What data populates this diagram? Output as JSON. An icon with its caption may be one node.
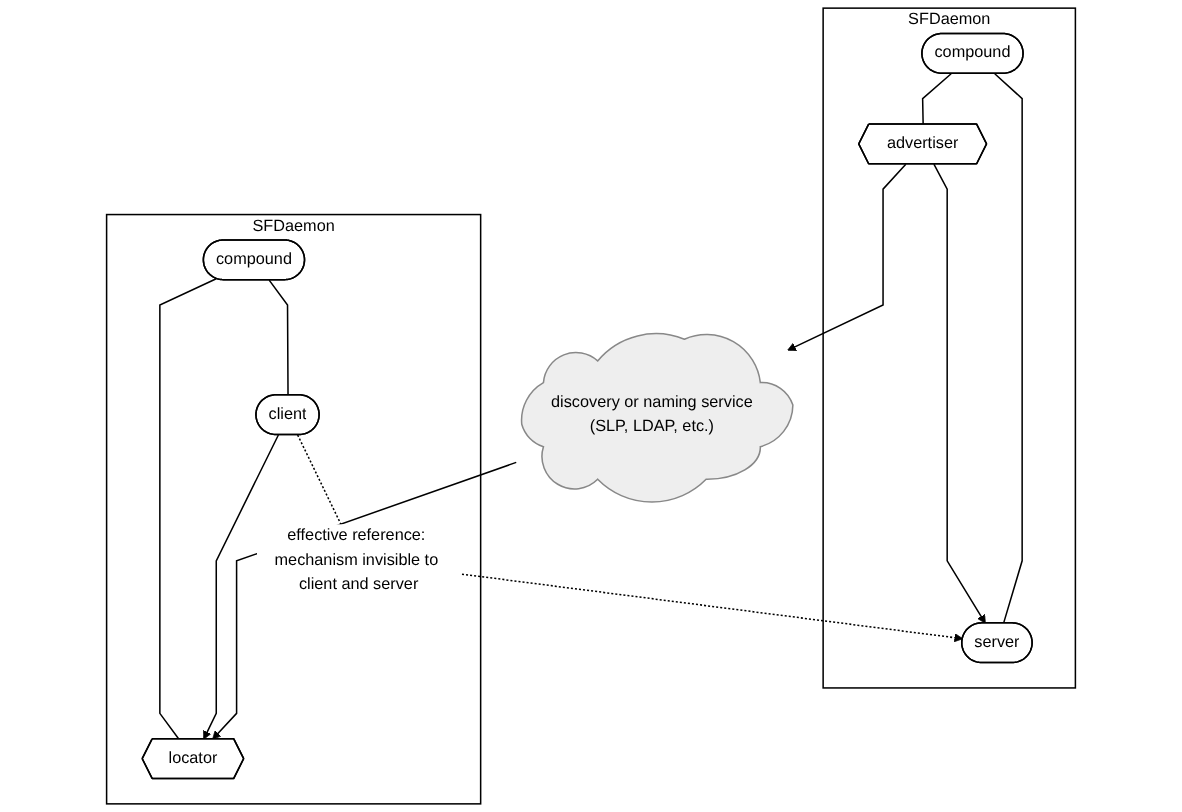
{
  "diagram": {
    "nodes": [
      {
        "text": [
          "SFDaemon"
        ]
      },
      {
        "text": [
          "compound"
        ],
        "in": 0
      },
      {
        "text": [
          "server"
        ],
        "in": 0
      },
      {
        "text": [
          "advertiser"
        ],
        "in": 0
      },
      {
        "text": [
          "SFDaemon"
        ]
      },
      {
        "text": [
          "compound"
        ],
        "in": 4
      },
      {
        "text": [
          "client"
        ],
        "in": 4
      },
      {
        "text": [
          "locator"
        ],
        "in": 4
      },
      {
        "text": [
          "discovery or naming service",
          "(SLP, LDAP, etc.)"
        ]
      }
    ],
    "edges": [
      {
        "from": 1,
        "to": 2,
        "arrow": "none"
      },
      {
        "from": 1,
        "to": 3,
        "arrow": "none"
      },
      {
        "from": 3,
        "to": 2,
        "arrow": "to"
      },
      {
        "from": 3,
        "to": 8,
        "arrow": "to"
      },
      {
        "from": 8,
        "to": 7,
        "arrow": "to"
      },
      {
        "from": 6,
        "to": 7,
        "arrow": "to"
      },
      {
        "from": 6,
        "to": 2,
        "arrow": "to",
        "label": "effective reference: mechanism invisible to client and server",
        "style": "dashed"
      },
      {
        "from": 5,
        "to": 6,
        "arrow": "none"
      },
      {
        "from": 5,
        "to": 7,
        "arrow": "none"
      }
    ]
  }
}
